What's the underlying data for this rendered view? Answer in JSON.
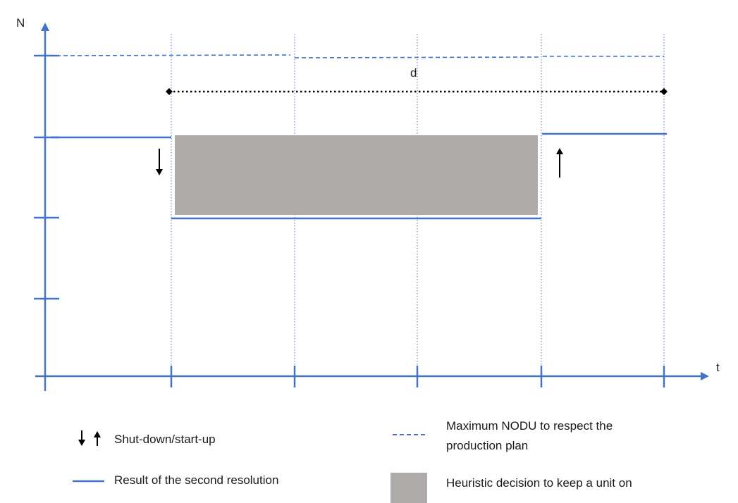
{
  "axes": {
    "y_label": "N",
    "x_label": "t"
  },
  "diagram": {
    "distance_label": "d"
  },
  "legend": {
    "shutdown_startup": "Shut-down/start-up",
    "second_resolution": "Result of the second resolution",
    "max_nodu_line1": "Maximum NODU to respect the",
    "max_nodu_line2": "production plan",
    "heuristic": "Heuristic decision to keep a unit on"
  },
  "colors": {
    "axis_blue": "#4472c4",
    "heuristic_gray": "#aeaaaa",
    "marker_black": "#000000"
  }
}
